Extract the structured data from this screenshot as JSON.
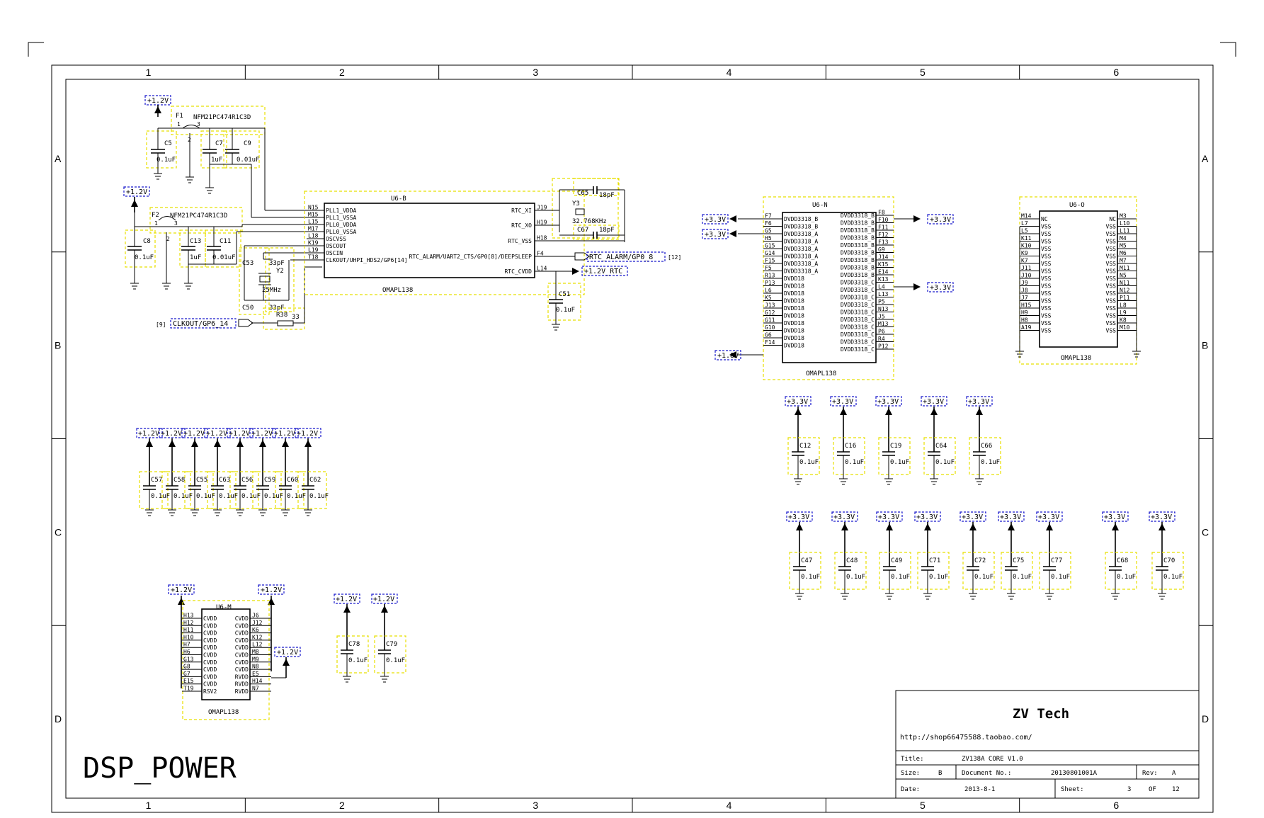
{
  "frame": {
    "columns": [
      "1",
      "2",
      "3",
      "4",
      "5",
      "6"
    ],
    "rows": [
      "A",
      "B",
      "C",
      "D"
    ]
  },
  "sheet_title": "DSP_POWER",
  "title_block": {
    "company": "ZV Tech",
    "url": "http://shop66475588.taobao.com/",
    "title_label": "Title:",
    "title_value": "ZV138A CORE V1.0",
    "size_label": "Size:",
    "size_value": "B",
    "docno_label": "Document No.:",
    "docno_value": "20130801001A",
    "rev_label": "Rev:",
    "rev_value": "A",
    "date_label": "Date:",
    "date_value": "2013-8-1",
    "sheet_label": "Sheet:",
    "sheet_value": "3",
    "of_label": "OF",
    "of_value": "12"
  },
  "nets": {
    "v12": "+1.2V",
    "v33": "+3.3V",
    "v18": "+1.8V",
    "rtc_alarm": "RTC_ALARM/GP0_8",
    "rtc_alarm_ref": "[12]",
    "clkout": "CLKOUT/GP6_14",
    "clkout_ref": "[9]",
    "v12_rtc": "+1.2V_RTC"
  },
  "u6b": {
    "ref": "U6-B",
    "part": "OMAPL138",
    "left_pins": [
      {
        "num": "N15",
        "name": "PLL1_VDDA"
      },
      {
        "num": "M15",
        "name": "PLL1_VSSA"
      },
      {
        "num": "L15",
        "name": "PLL0_VDDA"
      },
      {
        "num": "M17",
        "name": "PLL0_VSSA"
      },
      {
        "num": "L18",
        "name": "OSCVSS"
      },
      {
        "num": "K19",
        "name": "OSCOUT"
      },
      {
        "num": "L19",
        "name": "OSCIN"
      },
      {
        "num": "T18",
        "name": "CLKOUT/UHPI_HDS2/GP6[14]"
      }
    ],
    "right_pins": [
      {
        "num": "J19",
        "name": "RTC_XI"
      },
      {
        "num": "H19",
        "name": "RTC_XO"
      },
      {
        "num": "H18",
        "name": "RTC_VSS"
      },
      {
        "num": "F4",
        "name": "RTC_ALARM/UART2_CTS/GP0[8]/DEEPSLEEP"
      },
      {
        "num": "L14",
        "name": "RTC_CVDD"
      }
    ]
  },
  "filters": [
    {
      "ref": "F1",
      "part": "NFM21PC474R1C3D",
      "p1": "1",
      "p2": "2",
      "p3": "3"
    },
    {
      "ref": "F2",
      "part": "NFM21PC474R1C3D",
      "p1": "1",
      "p2": "2",
      "p3": "3"
    }
  ],
  "osc_parts": {
    "c5": {
      "ref": "C5",
      "val": "0.1uF"
    },
    "c7": {
      "ref": "C7",
      "val": "1uF"
    },
    "c9": {
      "ref": "C9",
      "val": "0.01uF"
    },
    "c8": {
      "ref": "C8",
      "val": "0.1uF"
    },
    "c13": {
      "ref": "C13",
      "val": "1uF"
    },
    "c11": {
      "ref": "C11",
      "val": "0.01uF"
    },
    "c53": {
      "ref": "C53",
      "val": "33pF"
    },
    "c50": {
      "ref": "C50",
      "val": "33pF"
    },
    "y2": {
      "ref": "Y2",
      "val": "25MHz"
    },
    "r38": {
      "ref": "R38",
      "val": "33"
    },
    "c65": {
      "ref": "C65",
      "val": "18pF"
    },
    "c67": {
      "ref": "C67",
      "val": "18pF"
    },
    "y3": {
      "ref": "Y3",
      "val": "32.768KHz"
    },
    "c51": {
      "ref": "C51",
      "val": "0.1uF"
    }
  },
  "u6n": {
    "ref": "U6-N",
    "part": "OMAPL138",
    "left_pins": [
      {
        "num": "F7",
        "name": "DVDD3318_B"
      },
      {
        "num": "F6",
        "name": "DVDD3318_B"
      },
      {
        "num": "G5",
        "name": "DVDD3318_A"
      },
      {
        "num": "H5",
        "name": "DVDD3318_A"
      },
      {
        "num": "G15",
        "name": "DVDD3318_A"
      },
      {
        "num": "G14",
        "name": "DVDD3318_A"
      },
      {
        "num": "F15",
        "name": "DVDD3318_A"
      },
      {
        "num": "F5",
        "name": "DVDD3318_A"
      },
      {
        "num": "R13",
        "name": "DVDD18"
      },
      {
        "num": "P13",
        "name": "DVDD18"
      },
      {
        "num": "L6",
        "name": "DVDD18"
      },
      {
        "num": "K5",
        "name": "DVDD18"
      },
      {
        "num": "J13",
        "name": "DVDD18"
      },
      {
        "num": "G12",
        "name": "DVDD18"
      },
      {
        "num": "G11",
        "name": "DVDD18"
      },
      {
        "num": "G10",
        "name": "DVDD18"
      },
      {
        "num": "G6",
        "name": "DVDD18"
      },
      {
        "num": "F14",
        "name": "DVDD18"
      }
    ],
    "right_pins": [
      {
        "num": "F8",
        "name": "DVDD3318_B"
      },
      {
        "num": "F10",
        "name": "DVDD3318_B"
      },
      {
        "num": "F11",
        "name": "DVDD3318_B"
      },
      {
        "num": "F12",
        "name": "DVDD3318_B"
      },
      {
        "num": "F13",
        "name": "DVDD3318_B"
      },
      {
        "num": "G9",
        "name": "DVDD3318_B"
      },
      {
        "num": "J14",
        "name": "DVDD3318_B"
      },
      {
        "num": "K15",
        "name": "DVDD3318_B"
      },
      {
        "num": "E14",
        "name": "DVDD3318_B"
      },
      {
        "num": "K13",
        "name": "DVDD3318_C"
      },
      {
        "num": "L4",
        "name": "DVDD3318_C"
      },
      {
        "num": "L13",
        "name": "DVDD3318_C"
      },
      {
        "num": "P5",
        "name": "DVDD3318_C"
      },
      {
        "num": "N13",
        "name": "DVDD3318_C"
      },
      {
        "num": "J5",
        "name": "DVDD3318_C"
      },
      {
        "num": "M13",
        "name": "DVDD3318_C"
      },
      {
        "num": "P6",
        "name": "DVDD3318_C"
      },
      {
        "num": "R4",
        "name": "DVDD3318_C"
      },
      {
        "num": "P12",
        "name": "DVDD3318_C"
      }
    ]
  },
  "u6o": {
    "ref": "U6-O",
    "part": "OMAPL138",
    "left_pins": [
      {
        "num": "M14",
        "name": "NC"
      },
      {
        "num": "L7",
        "name": "VSS"
      },
      {
        "num": "L5",
        "name": "VSS"
      },
      {
        "num": "K11",
        "name": "VSS"
      },
      {
        "num": "K10",
        "name": "VSS"
      },
      {
        "num": "K9",
        "name": "VSS"
      },
      {
        "num": "K7",
        "name": "VSS"
      },
      {
        "num": "J11",
        "name": "VSS"
      },
      {
        "num": "J10",
        "name": "VSS"
      },
      {
        "num": "J9",
        "name": "VSS"
      },
      {
        "num": "J8",
        "name": "VSS"
      },
      {
        "num": "J7",
        "name": "VSS"
      },
      {
        "num": "H15",
        "name": "VSS"
      },
      {
        "num": "H9",
        "name": "VSS"
      },
      {
        "num": "H8",
        "name": "VSS"
      },
      {
        "num": "A19",
        "name": "VSS"
      }
    ],
    "right_pins": [
      {
        "num": "M3",
        "name": "NC"
      },
      {
        "num": "L10",
        "name": "VSS"
      },
      {
        "num": "L11",
        "name": "VSS"
      },
      {
        "num": "M4",
        "name": "VSS"
      },
      {
        "num": "M5",
        "name": "VSS"
      },
      {
        "num": "M6",
        "name": "VSS"
      },
      {
        "num": "M7",
        "name": "VSS"
      },
      {
        "num": "M11",
        "name": "VSS"
      },
      {
        "num": "N5",
        "name": "VSS"
      },
      {
        "num": "N11",
        "name": "VSS"
      },
      {
        "num": "N12",
        "name": "VSS"
      },
      {
        "num": "P11",
        "name": "VSS"
      },
      {
        "num": "L8",
        "name": "VSS"
      },
      {
        "num": "L9",
        "name": "VSS"
      },
      {
        "num": "K8",
        "name": "VSS"
      },
      {
        "num": "M10",
        "name": "VSS"
      }
    ]
  },
  "u6m": {
    "ref": "U6-M",
    "part": "OMAPL138",
    "left_pins": [
      {
        "num": "H13",
        "name": "CVDD"
      },
      {
        "num": "H12",
        "name": "CVDD"
      },
      {
        "num": "H11",
        "name": "CVDD"
      },
      {
        "num": "H10",
        "name": "CVDD"
      },
      {
        "num": "H7",
        "name": "CVDD"
      },
      {
        "num": "H6",
        "name": "CVDD"
      },
      {
        "num": "G13",
        "name": "CVDD"
      },
      {
        "num": "G8",
        "name": "CVDD"
      },
      {
        "num": "G7",
        "name": "CVDD"
      },
      {
        "num": "E15",
        "name": "CVDD"
      },
      {
        "num": "T19",
        "name": "RSV2"
      }
    ],
    "right_pins": [
      {
        "num": "J6",
        "name": "CVDD"
      },
      {
        "num": "J12",
        "name": "CVDD"
      },
      {
        "num": "K6",
        "name": "CVDD"
      },
      {
        "num": "K12",
        "name": "CVDD"
      },
      {
        "num": "L12",
        "name": "CVDD"
      },
      {
        "num": "M8",
        "name": "CVDD"
      },
      {
        "num": "M9",
        "name": "CVDD"
      },
      {
        "num": "N8",
        "name": "CVDD"
      },
      {
        "num": "E5",
        "name": "RVDD"
      },
      {
        "num": "H14",
        "name": "RVDD"
      },
      {
        "num": "N7",
        "name": "RVDD"
      }
    ]
  },
  "decap_12": {
    "net": "+1.2V",
    "caps": [
      {
        "ref": "C57",
        "val": "0.1uF"
      },
      {
        "ref": "C58",
        "val": "0.1uF"
      },
      {
        "ref": "C55",
        "val": "0.1uF"
      },
      {
        "ref": "C63",
        "val": "0.1uF"
      },
      {
        "ref": "C56",
        "val": "0.1uF"
      },
      {
        "ref": "C59",
        "val": "0.1uF"
      },
      {
        "ref": "C60",
        "val": "0.1uF"
      },
      {
        "ref": "C62",
        "val": "0.1uF"
      }
    ]
  },
  "decap_33_row1": [
    {
      "ref": "C12",
      "val": "0.1uF"
    },
    {
      "ref": "C16",
      "val": "0.1uF"
    },
    {
      "ref": "C19",
      "val": "0.1uF"
    },
    {
      "ref": "C64",
      "val": "0.1uF"
    },
    {
      "ref": "C66",
      "val": "0.1uF"
    }
  ],
  "decap_33_row2": [
    {
      "ref": "C47",
      "val": "0.1uF"
    },
    {
      "ref": "C48",
      "val": "0.1uF"
    },
    {
      "ref": "C49",
      "val": "0.1uF"
    },
    {
      "ref": "C71",
      "val": "0.1uF"
    },
    {
      "ref": "C72",
      "val": "0.1uF"
    },
    {
      "ref": "C75",
      "val": "0.1uF"
    },
    {
      "ref": "C77",
      "val": "0.1uF"
    },
    {
      "ref": "C68",
      "val": "0.1uF"
    },
    {
      "ref": "C70",
      "val": "0.1uF"
    }
  ],
  "decap_cvdd": [
    {
      "ref": "C78",
      "val": "0.1uF"
    },
    {
      "ref": "C79",
      "val": "0.1uF"
    }
  ]
}
